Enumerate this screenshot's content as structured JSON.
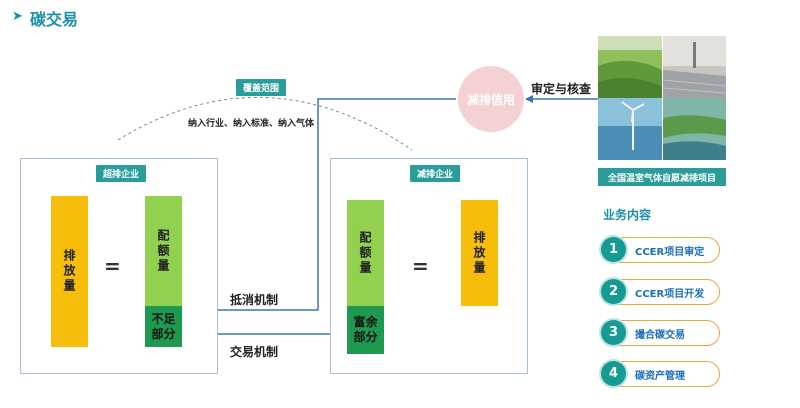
{
  "header": {
    "title": "碳交易"
  },
  "coverage": {
    "tag": "覆盖范围",
    "text": "纳入行业、纳入标准、纳入气体"
  },
  "over_enterprise": {
    "tag": "超排企业",
    "emission": "排放量",
    "equals": "=",
    "quota": "配额量",
    "shortfall": [
      "不足",
      "部分"
    ]
  },
  "reduce_enterprise": {
    "tag": "减排企业",
    "quota": "配额量",
    "equals": "=",
    "emission": "排放量",
    "surplus": [
      "富余",
      "部分"
    ]
  },
  "mechanisms": {
    "offset": "抵消机制",
    "trade": "交易机制"
  },
  "reduction_credit": "减排信用",
  "review_label": "审定与核查",
  "project_caption": "全国温室气体自愿减排项目",
  "business": {
    "title": "业务内容",
    "items": [
      {
        "num": "1",
        "label": "CCER项目审定"
      },
      {
        "num": "2",
        "label": "CCER项目开发"
      },
      {
        "num": "3",
        "label": "撮合碳交易"
      },
      {
        "num": "4",
        "label": "碳资产管理"
      }
    ]
  },
  "colors": {
    "accent": "#1a8fa8",
    "tag": "#2a9d9a",
    "orange": "#f6bd0a",
    "green": "#92d050",
    "dark_green": "#1e9a50",
    "arrow": "#3f73b8",
    "pill_border": "#e8a93c"
  }
}
